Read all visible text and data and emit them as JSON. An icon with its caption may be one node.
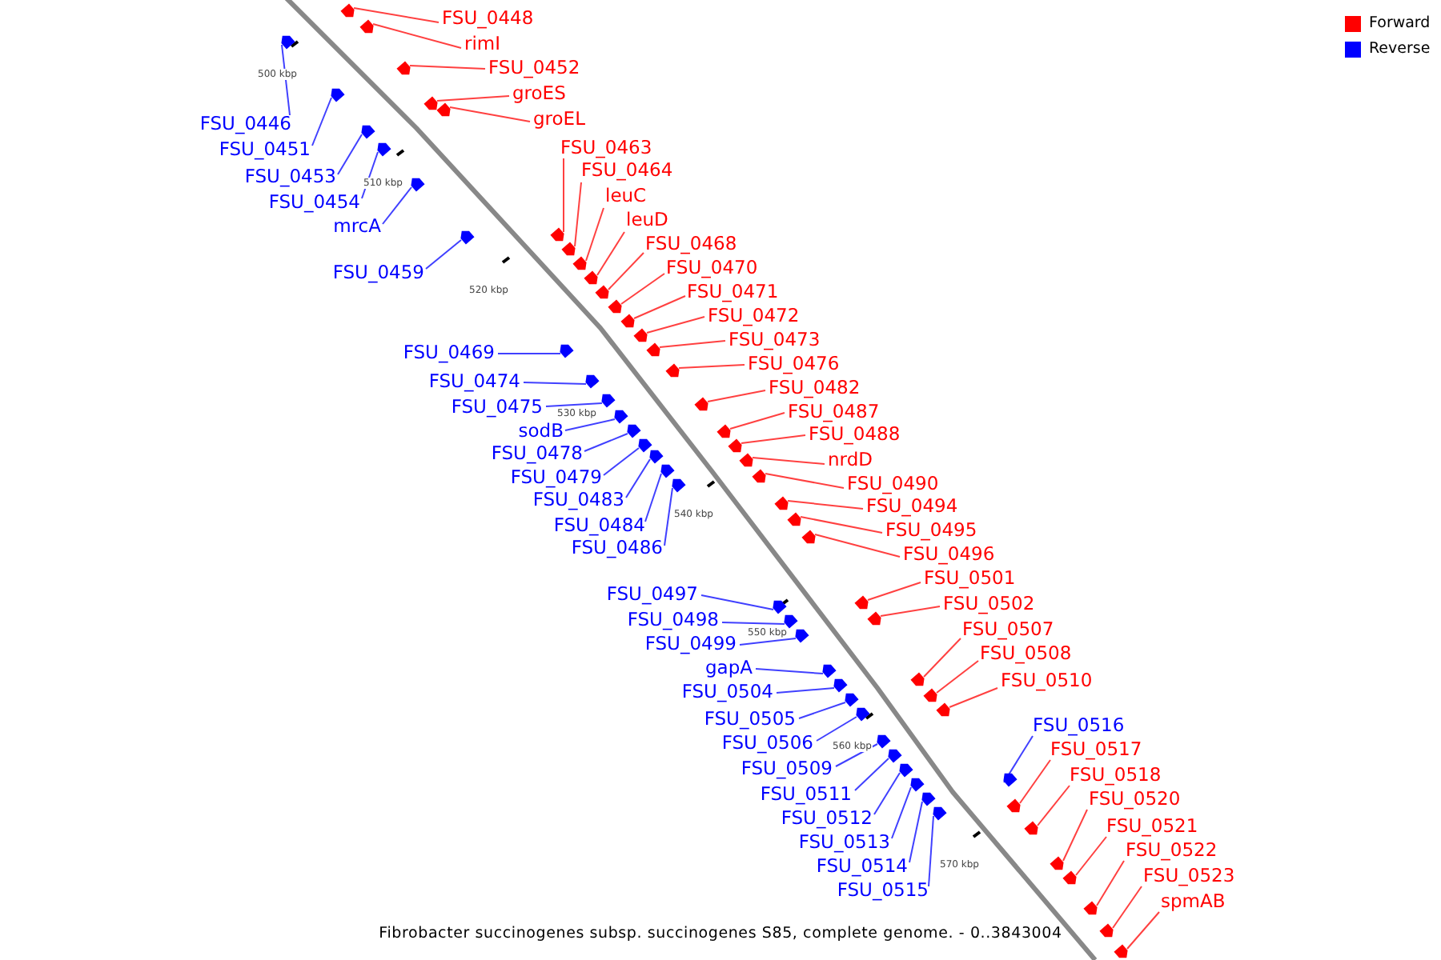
{
  "diagram": {
    "caption": "Fibrobacter succinogenes subsp. succinogenes S85, complete genome. - 0..3843004",
    "nodes": [
      {
        "text": [
          "FSU_0448"
        ]
      },
      {
        "text": [
          "rimI"
        ]
      },
      {
        "text": [
          "FSU_0452"
        ]
      },
      {
        "text": [
          "groES"
        ]
      },
      {
        "text": [
          "groEL"
        ]
      },
      {
        "text": [
          "FSU_0463"
        ]
      },
      {
        "text": [
          "FSU_0464"
        ]
      },
      {
        "text": [
          "leuC"
        ]
      },
      {
        "text": [
          "leuD"
        ]
      },
      {
        "text": [
          "FSU_0468"
        ]
      },
      {
        "text": [
          "FSU_0470"
        ]
      },
      {
        "text": [
          "FSU_0471"
        ]
      },
      {
        "text": [
          "FSU_0472"
        ]
      },
      {
        "text": [
          "FSU_0473"
        ]
      },
      {
        "text": [
          "FSU_0476"
        ]
      },
      {
        "text": [
          "FSU_0482"
        ]
      },
      {
        "text": [
          "FSU_0487"
        ]
      },
      {
        "text": [
          "FSU_0488"
        ]
      },
      {
        "text": [
          "nrdD"
        ]
      },
      {
        "text": [
          "FSU_0490"
        ]
      },
      {
        "text": [
          "FSU_0494"
        ]
      },
      {
        "text": [
          "FSU_0495"
        ]
      },
      {
        "text": [
          "FSU_0496"
        ]
      },
      {
        "text": [
          "FSU_0501"
        ]
      },
      {
        "text": [
          "FSU_0502"
        ]
      },
      {
        "text": [
          "FSU_0507"
        ]
      },
      {
        "text": [
          "FSU_0508"
        ]
      },
      {
        "text": [
          "FSU_0510"
        ]
      },
      {
        "text": [
          "FSU_0516"
        ]
      },
      {
        "text": [
          "FSU_0517"
        ]
      },
      {
        "text": [
          "FSU_0518"
        ]
      },
      {
        "text": [
          "FSU_0520"
        ]
      },
      {
        "text": [
          "FSU_0521"
        ]
      },
      {
        "text": [
          "FSU_0522"
        ]
      },
      {
        "text": [
          "FSU_0523"
        ]
      },
      {
        "text": [
          "spmAB"
        ]
      },
      {
        "text": [
          "FSU_0446"
        ]
      },
      {
        "text": [
          "FSU_0451"
        ]
      },
      {
        "text": [
          "FSU_0453"
        ]
      },
      {
        "text": [
          "FSU_0454"
        ]
      },
      {
        "text": [
          "mrcA"
        ]
      },
      {
        "text": [
          "FSU_0459"
        ]
      },
      {
        "text": [
          "FSU_0469"
        ]
      },
      {
        "text": [
          "FSU_0474"
        ]
      },
      {
        "text": [
          "FSU_0475"
        ]
      },
      {
        "text": [
          "sodB"
        ]
      },
      {
        "text": [
          "FSU_0478"
        ]
      },
      {
        "text": [
          "FSU_0479"
        ]
      },
      {
        "text": [
          "FSU_0483"
        ]
      },
      {
        "text": [
          "FSU_0484"
        ]
      },
      {
        "text": [
          "FSU_0486"
        ]
      },
      {
        "text": [
          "FSU_0497"
        ]
      },
      {
        "text": [
          "FSU_0498"
        ]
      },
      {
        "text": [
          "FSU_0499"
        ]
      },
      {
        "text": [
          "gapA"
        ]
      },
      {
        "text": [
          "FSU_0504"
        ]
      },
      {
        "text": [
          "FSU_0505"
        ]
      },
      {
        "text": [
          "FSU_0506"
        ]
      },
      {
        "text": [
          "FSU_0509"
        ]
      },
      {
        "text": [
          "FSU_0511"
        ]
      },
      {
        "text": [
          "FSU_0512"
        ]
      },
      {
        "text": [
          "FSU_0513"
        ]
      },
      {
        "text": [
          "FSU_0514"
        ]
      },
      {
        "text": [
          "FSU_0515"
        ]
      },
      {
        "text": [],
        "shape": "arrow"
      },
      {
        "text": [],
        "shape": "arrow"
      },
      {
        "text": [],
        "shape": "arrow"
      },
      {
        "text": [],
        "shape": "arrow"
      },
      {
        "text": [],
        "shape": "arrow"
      },
      {
        "text": [],
        "shape": "arrow"
      },
      {
        "text": [],
        "shape": "arrow"
      },
      {
        "text": [],
        "shape": "arrow"
      },
      {
        "text": [],
        "shape": "arrow"
      },
      {
        "text": [],
        "shape": "arrow"
      },
      {
        "text": [],
        "shape": "arrow"
      },
      {
        "text": [],
        "shape": "arrow"
      },
      {
        "text": [],
        "shape": "arrow"
      },
      {
        "text": [],
        "shape": "arrow"
      },
      {
        "text": [],
        "shape": "arrow"
      },
      {
        "text": [],
        "shape": "arrow"
      },
      {
        "text": [],
        "shape": "arrow"
      },
      {
        "text": [],
        "shape": "arrow"
      },
      {
        "text": [],
        "shape": "arrow"
      },
      {
        "text": [],
        "shape": "arrow"
      },
      {
        "text": [],
        "shape": "arrow"
      },
      {
        "text": [],
        "shape": "arrow"
      },
      {
        "text": [],
        "shape": "arrow"
      },
      {
        "text": [],
        "shape": "arrow"
      },
      {
        "text": [],
        "shape": "arrow"
      },
      {
        "text": [],
        "shape": "arrow"
      },
      {
        "text": [],
        "shape": "arrow"
      },
      {
        "text": [],
        "shape": "arrow"
      },
      {
        "text": [],
        "shape": "arrow"
      },
      {
        "text": [],
        "shape": "arrow"
      },
      {
        "text": [],
        "shape": "arrow"
      },
      {
        "text": [],
        "shape": "arrow"
      },
      {
        "text": [],
        "shape": "arrow"
      },
      {
        "text": [],
        "shape": "arrow"
      },
      {
        "text": [],
        "shape": "arrow"
      },
      {
        "text": [],
        "shape": "arrow"
      },
      {
        "text": [],
        "shape": "arrow"
      },
      {
        "text": [],
        "shape": "arrow"
      },
      {
        "text": [],
        "shape": "arrow"
      },
      {
        "text": [],
        "shape": "arrow"
      },
      {
        "text": [],
        "shape": "arrow"
      },
      {
        "text": [],
        "shape": "arrow"
      },
      {
        "text": [],
        "shape": "arrow"
      },
      {
        "text": [],
        "shape": "arrow"
      },
      {
        "text": [],
        "shape": "arrow"
      },
      {
        "text": [],
        "shape": "arrow"
      },
      {
        "text": [],
        "shape": "arrow"
      },
      {
        "text": [],
        "shape": "arrow"
      },
      {
        "text": [],
        "shape": "arrow"
      },
      {
        "text": [],
        "shape": "arrow"
      },
      {
        "text": [],
        "shape": "arrow"
      },
      {
        "text": [],
        "shape": "arrow"
      },
      {
        "text": [],
        "shape": "arrow"
      },
      {
        "text": [],
        "shape": "arrow"
      },
      {
        "text": [],
        "shape": "arrow"
      },
      {
        "text": [],
        "shape": "arrow"
      },
      {
        "text": [],
        "shape": "arrow"
      },
      {
        "text": [],
        "shape": "arrow"
      },
      {
        "text": [],
        "shape": "arrow"
      },
      {
        "text": [],
        "shape": "arrow"
      },
      {
        "text": [],
        "shape": "arrow"
      },
      {
        "text": [],
        "shape": "arrow"
      },
      {
        "text": [],
        "shape": "arrow"
      },
      {
        "text": [],
        "shape": "arrow"
      }
    ],
    "edges": [
      {
        "from": 0,
        "to": 64,
        "arrow": "none"
      },
      {
        "from": 1,
        "to": 65,
        "arrow": "none"
      },
      {
        "from": 2,
        "to": 67,
        "arrow": "none"
      },
      {
        "from": 3,
        "to": 69,
        "arrow": "none"
      },
      {
        "from": 4,
        "to": 70,
        "arrow": "none"
      },
      {
        "from": 5,
        "to": 74,
        "arrow": "none"
      },
      {
        "from": 6,
        "to": 76,
        "arrow": "none"
      },
      {
        "from": 7,
        "to": 77,
        "arrow": "none"
      },
      {
        "from": 8,
        "to": 78,
        "arrow": "none"
      },
      {
        "from": 9,
        "to": 79,
        "arrow": "none"
      },
      {
        "from": 10,
        "to": 80,
        "arrow": "none"
      },
      {
        "from": 11,
        "to": 81,
        "arrow": "none"
      },
      {
        "from": 12,
        "to": 82,
        "arrow": "none"
      },
      {
        "from": 13,
        "to": 83,
        "arrow": "none"
      },
      {
        "from": 14,
        "to": 85,
        "arrow": "none"
      },
      {
        "from": 15,
        "to": 87,
        "arrow": "none"
      },
      {
        "from": 16,
        "to": 90,
        "arrow": "none"
      },
      {
        "from": 17,
        "to": 92,
        "arrow": "none"
      },
      {
        "from": 18,
        "to": 94,
        "arrow": "none"
      },
      {
        "from": 19,
        "to": 97,
        "arrow": "none"
      },
      {
        "from": 20,
        "to": 99,
        "arrow": "none"
      },
      {
        "from": 21,
        "to": 100,
        "arrow": "none"
      },
      {
        "from": 22,
        "to": 101,
        "arrow": "none"
      },
      {
        "from": 23,
        "to": 102,
        "arrow": "none"
      },
      {
        "from": 24,
        "to": 104,
        "arrow": "none"
      },
      {
        "from": 25,
        "to": 108,
        "arrow": "none"
      },
      {
        "from": 26,
        "to": 110,
        "arrow": "none"
      },
      {
        "from": 27,
        "to": 112,
        "arrow": "none"
      },
      {
        "from": 28,
        "to": 117,
        "arrow": "none",
        "color": "#0000ff"
      },
      {
        "from": 29,
        "to": 120,
        "arrow": "none"
      },
      {
        "from": 30,
        "to": 122,
        "arrow": "none"
      },
      {
        "from": 31,
        "to": 123,
        "arrow": "none"
      },
      {
        "from": 32,
        "to": 124,
        "arrow": "none"
      },
      {
        "from": 33,
        "to": 125,
        "arrow": "none"
      },
      {
        "from": 34,
        "to": 126,
        "arrow": "none"
      },
      {
        "from": 35,
        "to": 127,
        "arrow": "none"
      },
      {
        "from": 36,
        "to": 66,
        "arrow": "none",
        "color": "#0000ff"
      },
      {
        "from": 37,
        "to": 68,
        "arrow": "none",
        "color": "#0000ff"
      },
      {
        "from": 38,
        "to": 71,
        "arrow": "none",
        "color": "#0000ff"
      },
      {
        "from": 39,
        "to": 72,
        "arrow": "none",
        "color": "#0000ff"
      },
      {
        "from": 40,
        "to": 73,
        "arrow": "none",
        "color": "#0000ff"
      },
      {
        "from": 41,
        "to": 75,
        "arrow": "none",
        "color": "#0000ff"
      },
      {
        "from": 42,
        "to": 84,
        "arrow": "none",
        "color": "#0000ff"
      },
      {
        "from": 43,
        "to": 86,
        "arrow": "none",
        "color": "#0000ff"
      },
      {
        "from": 44,
        "to": 88,
        "arrow": "none",
        "color": "#0000ff"
      },
      {
        "from": 45,
        "to": 89,
        "arrow": "none",
        "color": "#0000ff"
      },
      {
        "from": 46,
        "to": 91,
        "arrow": "none",
        "color": "#0000ff"
      },
      {
        "from": 47,
        "to": 93,
        "arrow": "none",
        "color": "#0000ff"
      },
      {
        "from": 48,
        "to": 95,
        "arrow": "none",
        "color": "#0000ff"
      },
      {
        "from": 49,
        "to": 96,
        "arrow": "none",
        "color": "#0000ff"
      },
      {
        "from": 50,
        "to": 98,
        "arrow": "none",
        "color": "#0000ff"
      },
      {
        "from": 51,
        "to": 103,
        "arrow": "none",
        "color": "#0000ff"
      },
      {
        "from": 52,
        "to": 105,
        "arrow": "none",
        "color": "#0000ff"
      },
      {
        "from": 53,
        "to": 106,
        "arrow": "none",
        "color": "#0000ff"
      },
      {
        "from": 54,
        "to": 107,
        "arrow": "none",
        "color": "#0000ff"
      },
      {
        "from": 55,
        "to": 109,
        "arrow": "none",
        "color": "#0000ff"
      },
      {
        "from": 56,
        "to": 111,
        "arrow": "none",
        "color": "#0000ff"
      },
      {
        "from": 57,
        "to": 113,
        "arrow": "none",
        "color": "#0000ff"
      },
      {
        "from": 58,
        "to": 114,
        "arrow": "none",
        "color": "#0000ff"
      },
      {
        "from": 59,
        "to": 115,
        "arrow": "none",
        "color": "#0000ff"
      },
      {
        "from": 60,
        "to": 116,
        "arrow": "none",
        "color": "#0000ff"
      },
      {
        "from": 61,
        "to": 118,
        "arrow": "none",
        "color": "#0000ff"
      },
      {
        "from": 62,
        "to": 119,
        "arrow": "none",
        "color": "#0000ff"
      },
      {
        "from": 63,
        "to": 121,
        "arrow": "none",
        "color": "#0000ff"
      }
    ],
    "labels": [
      "500 kbp",
      "510 kbp",
      "520 kbp",
      "530 kbp",
      "540 kbp",
      "550 kbp",
      "560 kbp",
      "570 kbp"
    ],
    "legend": [
      {
        "text": "Forward",
        "color": "#ff0000"
      },
      {
        "text": "Reverse",
        "color": "#0000ff"
      }
    ]
  }
}
